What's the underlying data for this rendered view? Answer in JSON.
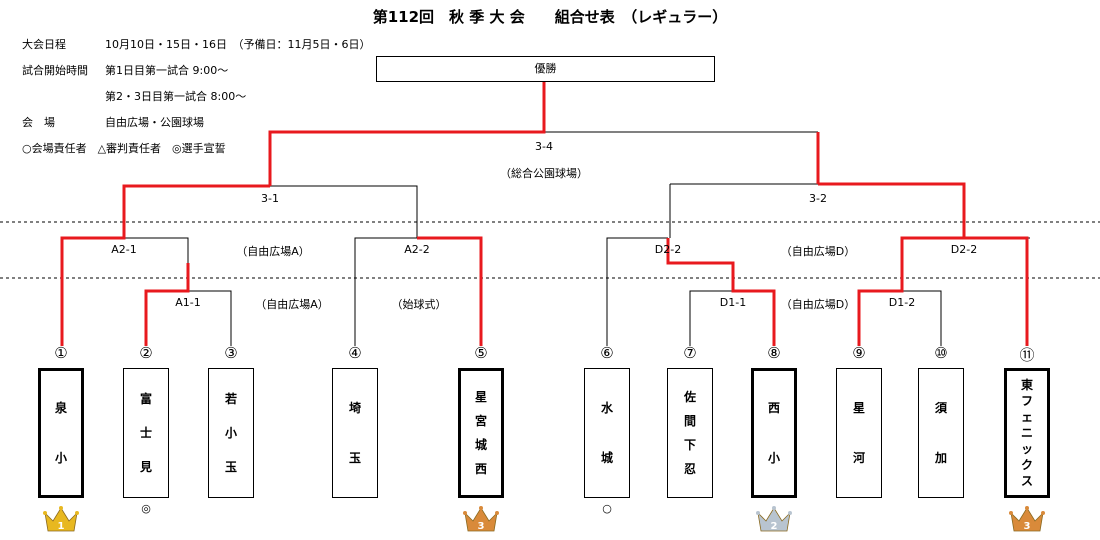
{
  "title": "第112回　秋 季 大 会　　組合せ表　（レギュラー）",
  "info": {
    "schedule_label": "大会日程",
    "schedule_value": "10月10日・15日・16日　（予備日：11月5日・6日）",
    "start_label": "試合開始時間",
    "start_value1": "第1日目第一試合 9:00～",
    "start_value2": "第2・3日目第一試合 8:00～",
    "venue_label": "会　場",
    "venue_value": "自由広場・公園球場",
    "legend": "○会場責任者　△審判責任者　◎選手宣誓"
  },
  "champion_label": "優勝",
  "matches": {
    "final": "3-4",
    "final_venue": "（総合公園球場）",
    "semi_left": "3-1",
    "semi_right": "3-2",
    "a2_1": "A2-1",
    "a2_2": "A2-2",
    "d2_2_left": "D2-2",
    "d2_2_right": "D2-2",
    "a1_1": "A1-1",
    "d1_1": "D1-1",
    "d1_2": "D1-2",
    "venue_a_top": "（自由広場A）",
    "venue_d_top": "（自由広場D）",
    "venue_a_low": "（自由広場A）",
    "opening_ceremony": "（始球式）",
    "venue_d_low": "（自由広場D）"
  },
  "teams": [
    {
      "num": "①",
      "name": [
        "泉",
        "小"
      ],
      "winner": true,
      "mark": "",
      "crown": "1",
      "crown_color": "#e8b820"
    },
    {
      "num": "②",
      "name": [
        "富",
        "士",
        "見"
      ],
      "winner": false,
      "mark": "◎",
      "crown": "",
      "crown_color": ""
    },
    {
      "num": "③",
      "name": [
        "若",
        "小",
        "玉"
      ],
      "winner": false,
      "mark": "",
      "crown": "",
      "crown_color": ""
    },
    {
      "num": "④",
      "name": [
        "埼",
        "玉"
      ],
      "winner": false,
      "mark": "",
      "crown": "",
      "crown_color": ""
    },
    {
      "num": "⑤",
      "name": [
        "星",
        "宮",
        "城",
        "西"
      ],
      "winner": true,
      "mark": "",
      "crown": "3",
      "crown_color": "#d98a3a"
    },
    {
      "num": "⑥",
      "name": [
        "水",
        "城"
      ],
      "winner": false,
      "mark": "○",
      "crown": "",
      "crown_color": ""
    },
    {
      "num": "⑦",
      "name": [
        "佐",
        "間",
        "下",
        "忍"
      ],
      "winner": false,
      "mark": "",
      "crown": "",
      "crown_color": ""
    },
    {
      "num": "⑧",
      "name": [
        "西",
        "小"
      ],
      "winner": true,
      "mark": "",
      "crown": "2",
      "crown_color": "#b8c4d0"
    },
    {
      "num": "⑨",
      "name": [
        "星",
        "河"
      ],
      "winner": false,
      "mark": "",
      "crown": "",
      "crown_color": ""
    },
    {
      "num": "⑩",
      "name": [
        "須",
        "加"
      ],
      "winner": false,
      "mark": "",
      "crown": "",
      "crown_color": ""
    },
    {
      "num": "⑪",
      "name": [
        "東",
        "フ",
        "ェ",
        "ニ",
        "ッ",
        "ク",
        "ス"
      ],
      "winner": true,
      "mark": "",
      "crown": "3",
      "crown_color": "#d98a3a"
    }
  ],
  "colors": {
    "winner_line": "#e8191e",
    "line": "#000000"
  }
}
